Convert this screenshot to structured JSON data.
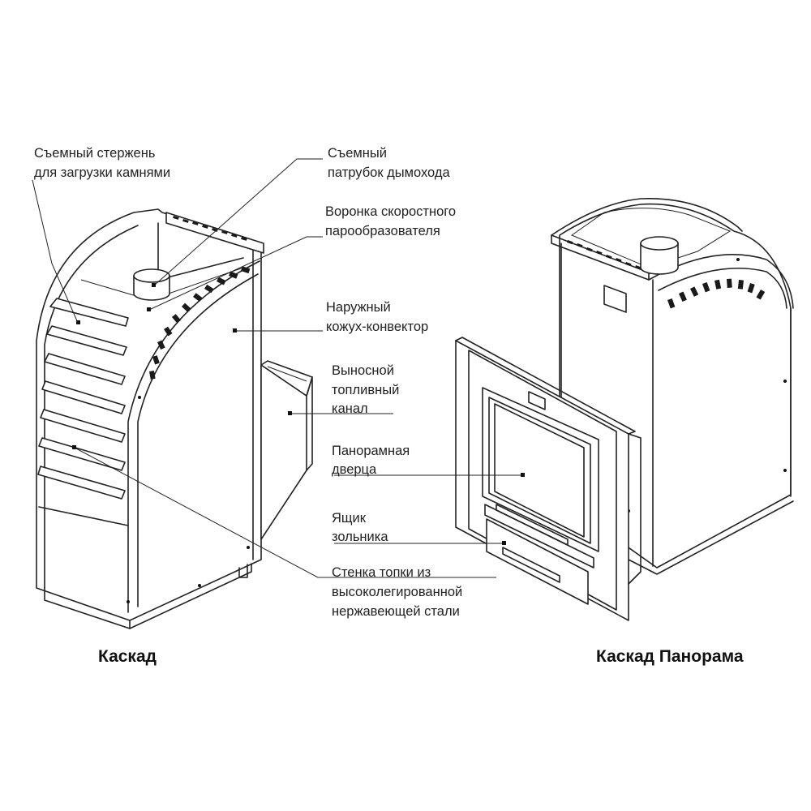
{
  "labels": {
    "rod_l1": "Съемный стержень",
    "rod_l2": "для загрузки камнями",
    "pipe_l1": "Съемный",
    "pipe_l2": "патрубок дымохода",
    "funnel_l1": "Воронка скоростного",
    "funnel_l2": "парообразователя",
    "casing_l1": "Наружный",
    "casing_l2": "кожух-конвектор",
    "channel_l1": "Выносной",
    "channel_l2": "топливный",
    "channel_l3": "канал",
    "door_l1": "Панорамная",
    "door_l2": "дверца",
    "ash_l1": "Ящик",
    "ash_l2": "зольника",
    "wall_l1": "Стенка топки из",
    "wall_l2": "высоколегированной",
    "wall_l3": "нержавеющей стали"
  },
  "captions": {
    "left_model": "Каскад",
    "right_model": "Каскад Панорама"
  },
  "colors": {
    "line": "#222222",
    "background": "#ffffff"
  }
}
